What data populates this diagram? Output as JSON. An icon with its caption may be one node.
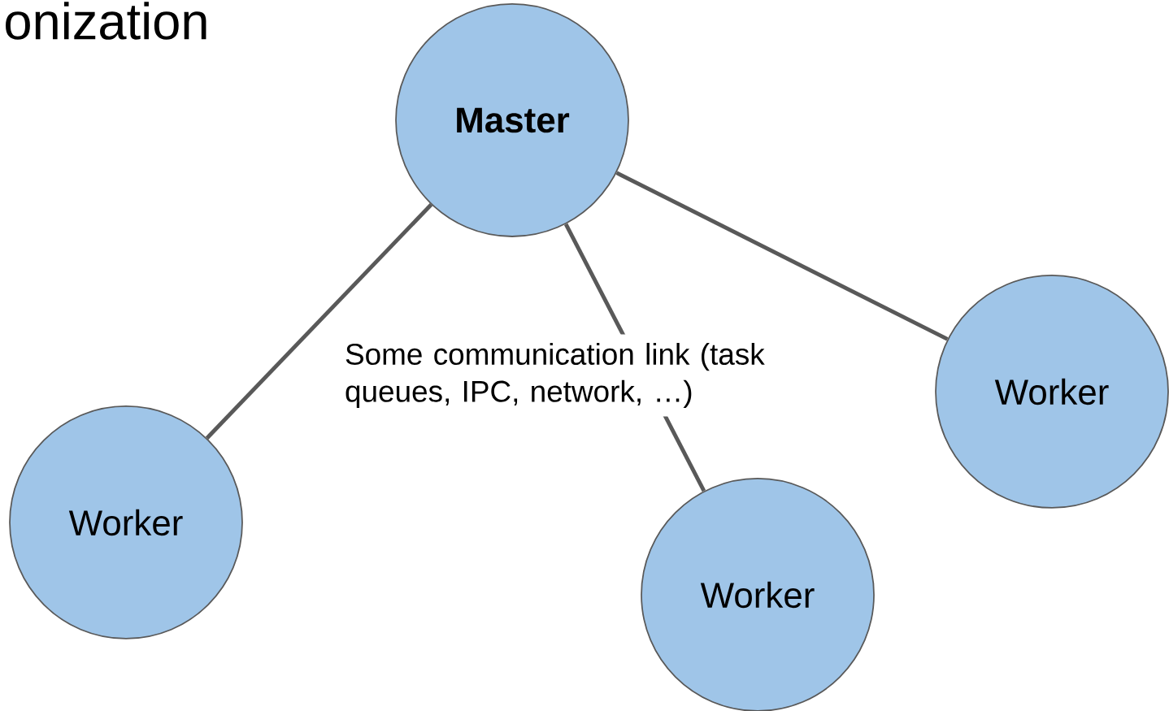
{
  "diagram": {
    "nodes": [
      {
        "text": [
          "Master"
        ]
      },
      {
        "text": [
          "Worker"
        ]
      },
      {
        "text": [
          "Worker"
        ]
      },
      {
        "text": [
          "Worker"
        ]
      }
    ],
    "edges": [
      {
        "from": 0,
        "to": 1,
        "arrow": "none"
      },
      {
        "from": 0,
        "to": 2,
        "arrow": "none",
        "label": "Some communication link (task queues, IPC, network, …)"
      },
      {
        "from": 0,
        "to": 3,
        "arrow": "none"
      }
    ],
    "labels": [
      "onization"
    ]
  }
}
